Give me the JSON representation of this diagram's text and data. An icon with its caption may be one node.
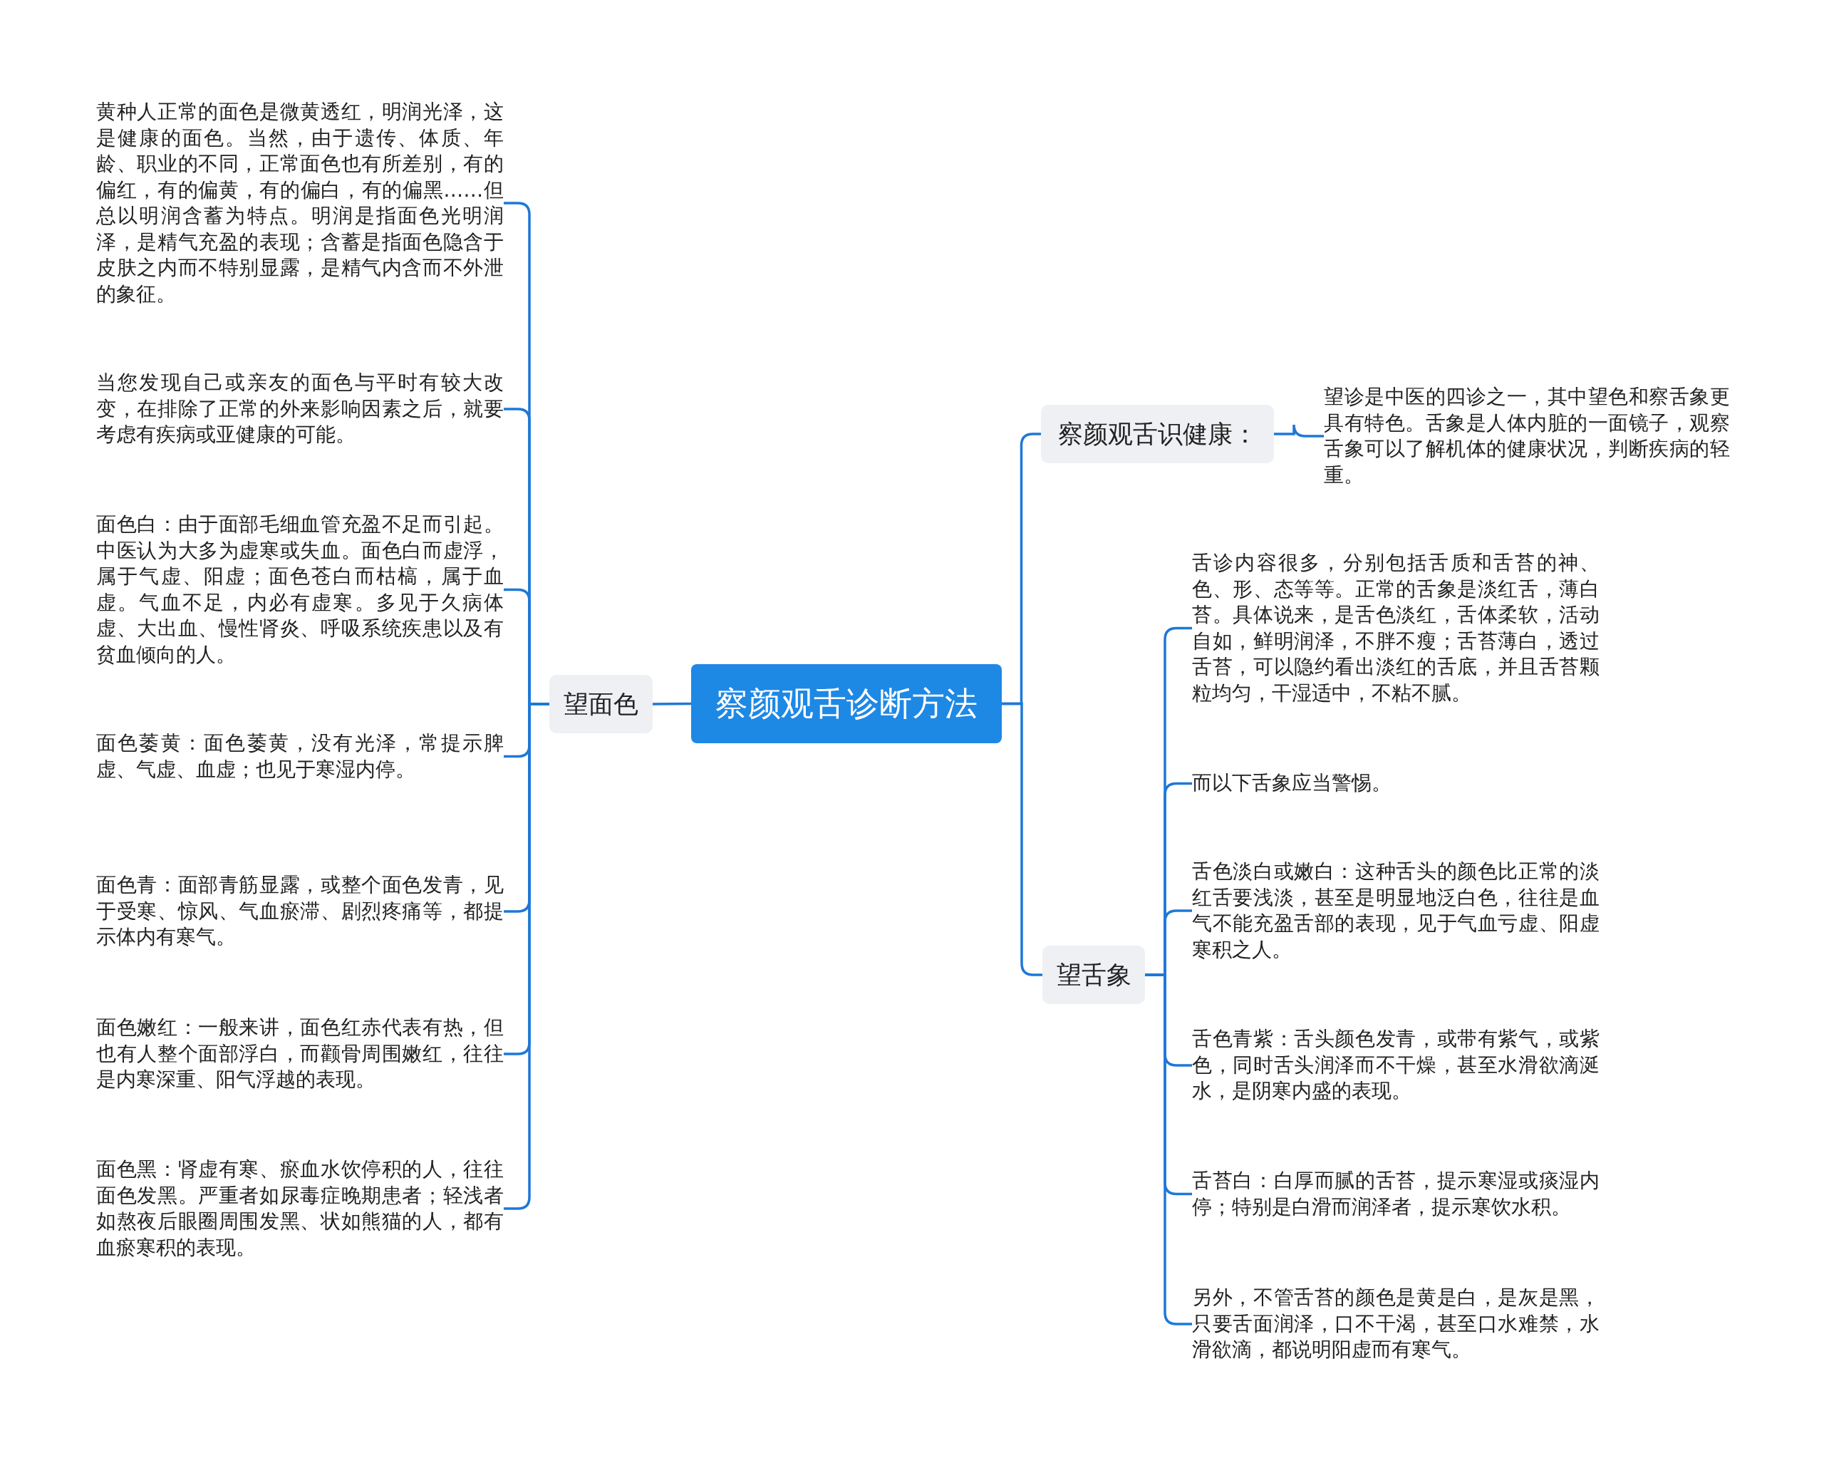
{
  "diagram": {
    "nodes": [
      {
        "text": [
          "察颜观舌诊断方法"
        ]
      },
      {
        "text": [
          "望面色"
        ]
      },
      {
        "text": [
          "黄种人正常的面色是微黄透红，明润光泽，这是健康的面色。当然，由于遗传、体质、年龄、职业的不同，正常面色也有所差别，有的偏红，有的偏黄，有的偏白，有的偏黑……但总以明润含蓄为特点。明润是指面色光明润泽，是精气充盈的表现；含蓄是指面色隐含于皮肤之内而不特别显露，是精气内含而不外泄的象征。"
        ]
      },
      {
        "text": [
          "当您发现自己或亲友的面色与平时有较大改变，在排除了正常的外来影响因素之后，就要考虑有疾病或亚健康的可能。"
        ]
      },
      {
        "text": [
          "面色白：由于面部毛细血管充盈不足而引起。中医认为大多为虚寒或失血。面色白而虚浮，属于气虚、阳虚；面色苍白而枯槁，属于血虚。气血不足，内必有虚寒。多见于久病体虚、大出血、慢性肾炎、呼吸系统疾患以及有贫血倾向的人。"
        ]
      },
      {
        "text": [
          "面色萎黄：面色萎黄，没有光泽，常提示脾虚、气虚、血虚；也见于寒湿内停。"
        ]
      },
      {
        "text": [
          "面色青：面部青筋显露，或整个面色发青，见于受寒、惊风、气血瘀滞、剧烈疼痛等，都提示体内有寒气。"
        ]
      },
      {
        "text": [
          "面色嫩红：一般来讲，面色红赤代表有热，但也有人整个面部浮白，而颧骨周围嫩红，往往是内寒深重、阳气浮越的表现。"
        ]
      },
      {
        "text": [
          "面色黑：肾虚有寒、瘀血水饮停积的人，往往面色发黑。严重者如尿毒症晚期患者；轻浅者如熬夜后眼圈周围发黑、状如熊猫的人，都有血瘀寒积的表现。"
        ]
      },
      {
        "text": [
          "察颜观舌识健康："
        ]
      },
      {
        "text": [
          "望诊是中医的四诊之一，其中望色和察舌象更具有特色。舌象是人体内脏的一面镜子，观察舌象可以了解机体的健康状况，判断疾病的轻重。"
        ]
      },
      {
        "text": [
          "望舌象"
        ]
      },
      {
        "text": [
          "舌诊内容很多，分别包括舌质和舌苔的神、色、形、态等等。正常的舌象是淡红舌，薄白苔。具体说来，是舌色淡红，舌体柔软，活动自如，鲜明润泽，不胖不瘦；舌苔薄白，透过舌苔，可以隐约看出淡红的舌底，并且舌苔颗粒均匀，干湿适中，不粘不腻。"
        ]
      },
      {
        "text": [
          "而以下舌象应当警惕。"
        ]
      },
      {
        "text": [
          "舌色淡白或嫩白：这种舌头的颜色比正常的淡红舌要浅淡，甚至是明显地泛白色，往往是血气不能充盈舌部的表现，见于气血亏虚、阳虚寒积之人。"
        ]
      },
      {
        "text": [
          "舌色青紫：舌头颜色发青，或带有紫气，或紫色，同时舌头润泽而不干燥，甚至水滑欲滴涎水，是阴寒内盛的表现。"
        ]
      },
      {
        "text": [
          "舌苔白：白厚而腻的舌苔，提示寒湿或痰湿内停；特别是白滑而润泽者，提示寒饮水积。"
        ]
      },
      {
        "text": [
          "另外，不管舌苔的颜色是黄是白，是灰是黑，只要舌面润泽，口不干渴，甚至口水难禁，水滑欲滴，都说明阳虚而有寒气。"
        ]
      }
    ],
    "edges": [
      {
        "from": 0,
        "to": 1,
        "arrow": "none"
      },
      {
        "from": 1,
        "to": 2,
        "arrow": "none"
      },
      {
        "from": 1,
        "to": 3,
        "arrow": "none"
      },
      {
        "from": 1,
        "to": 4,
        "arrow": "none"
      },
      {
        "from": 1,
        "to": 5,
        "arrow": "none"
      },
      {
        "from": 1,
        "to": 6,
        "arrow": "none"
      },
      {
        "from": 1,
        "to": 7,
        "arrow": "none"
      },
      {
        "from": 1,
        "to": 8,
        "arrow": "none"
      },
      {
        "from": 0,
        "to": 9,
        "arrow": "none"
      },
      {
        "from": 9,
        "to": 10,
        "arrow": "none"
      },
      {
        "from": 0,
        "to": 11,
        "arrow": "none"
      },
      {
        "from": 11,
        "to": 12,
        "arrow": "none"
      },
      {
        "from": 11,
        "to": 13,
        "arrow": "none"
      },
      {
        "from": 11,
        "to": 14,
        "arrow": "none"
      },
      {
        "from": 11,
        "to": 15,
        "arrow": "none"
      },
      {
        "from": 11,
        "to": 16,
        "arrow": "none"
      },
      {
        "from": 11,
        "to": 17,
        "arrow": "none"
      }
    ]
  }
}
